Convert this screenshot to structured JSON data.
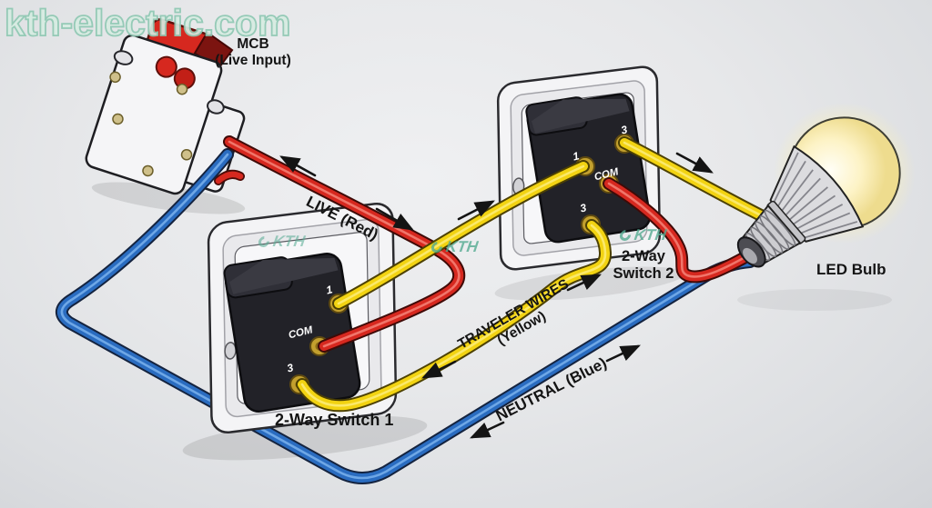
{
  "watermark": {
    "text": "kth-electric.com"
  },
  "brand": {
    "name": "KTH"
  },
  "palette": {
    "live_red": "#d6281f",
    "neutral_blue": "#2a6cc0",
    "traveler_yellow": "#f2d312",
    "brass": "#c3a02e",
    "watermark_teal": "#8fc8b3"
  },
  "labels": {
    "mcb_line1": "MCB",
    "mcb_line2": "(Live Input)",
    "live_wire": "LIVE (Red)",
    "traveler_line1": "TRAVELER WIRES",
    "traveler_line2": "(Yellow)",
    "neutral_wire": "NEUTRAL (Blue)",
    "switch1": "2-Way Switch 1",
    "switch2_line1": "2-Way",
    "switch2_line2": "Switch 2",
    "bulb": "LED Bulb"
  },
  "terminals": {
    "switch1": {
      "t1": "1",
      "com": "COM",
      "t3": "3"
    },
    "switch2": {
      "t1": "1",
      "t3_top": "3",
      "com": "COM",
      "t3_bottom": "3"
    }
  }
}
